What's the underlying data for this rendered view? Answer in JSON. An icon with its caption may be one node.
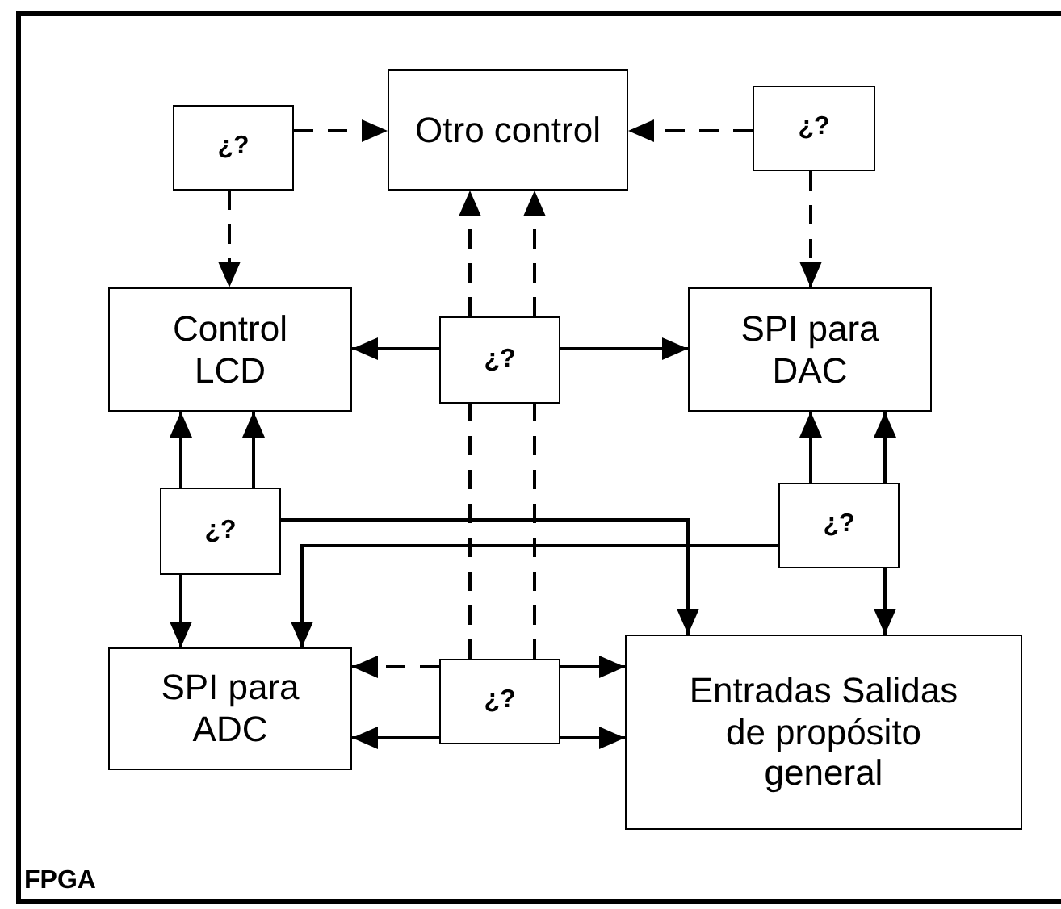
{
  "diagram": {
    "nodes": [
      {
        "text": [
          "FPGA"
        ]
      },
      {
        "text": [
          "¿?"
        ],
        "in": 0
      },
      {
        "text": [
          "Otro control"
        ],
        "in": 0
      },
      {
        "text": [
          "¿?"
        ],
        "in": 0
      },
      {
        "text": [
          "Control LCD"
        ],
        "in": 0
      },
      {
        "text": [
          "¿?"
        ],
        "in": 0
      },
      {
        "text": [
          "SPI para DAC"
        ],
        "in": 0
      },
      {
        "text": [
          "¿?"
        ],
        "in": 0
      },
      {
        "text": [
          "¿?"
        ],
        "in": 0
      },
      {
        "text": [
          "SPI para ADC"
        ],
        "in": 0
      },
      {
        "text": [
          "¿?"
        ],
        "in": 0
      },
      {
        "text": [
          "Entradas Salidas de propósito general"
        ],
        "in": 0
      }
    ],
    "edges": [
      {
        "from": 1,
        "to": 2,
        "arrow": "to",
        "style": "dashed"
      },
      {
        "from": 3,
        "to": 2,
        "arrow": "to",
        "style": "dashed"
      },
      {
        "from": 1,
        "to": 4,
        "arrow": "to",
        "style": "dashed"
      },
      {
        "from": 3,
        "to": 6,
        "arrow": "to",
        "style": "dashed"
      },
      {
        "from": 5,
        "to": 2,
        "arrow": "to",
        "style": "dashed"
      },
      {
        "from": 5,
        "to": 2,
        "arrow": "to",
        "style": "dashed"
      },
      {
        "from": 10,
        "to": 5,
        "arrow": "none",
        "style": "dashed"
      },
      {
        "from": 10,
        "to": 5,
        "arrow": "none",
        "style": "dashed"
      },
      {
        "from": 5,
        "to": 4,
        "arrow": "to"
      },
      {
        "from": 5,
        "to": 6,
        "arrow": "to"
      },
      {
        "from": 7,
        "to": 4,
        "arrow": "to"
      },
      {
        "from": 7,
        "to": 4,
        "arrow": "to"
      },
      {
        "from": 7,
        "to": 9,
        "arrow": "to"
      },
      {
        "from": 7,
        "to": 11,
        "arrow": "to"
      },
      {
        "from": 8,
        "to": 6,
        "arrow": "to"
      },
      {
        "from": 8,
        "to": 6,
        "arrow": "to"
      },
      {
        "from": 8,
        "to": 11,
        "arrow": "to"
      },
      {
        "from": 8,
        "to": 9,
        "arrow": "to"
      },
      {
        "from": 10,
        "to": 9,
        "arrow": "to",
        "style": "dashed"
      },
      {
        "from": 10,
        "to": 11,
        "arrow": "to"
      },
      {
        "from": 10,
        "to": 9,
        "arrow": "to"
      },
      {
        "from": 10,
        "to": 11,
        "arrow": "to"
      }
    ]
  }
}
